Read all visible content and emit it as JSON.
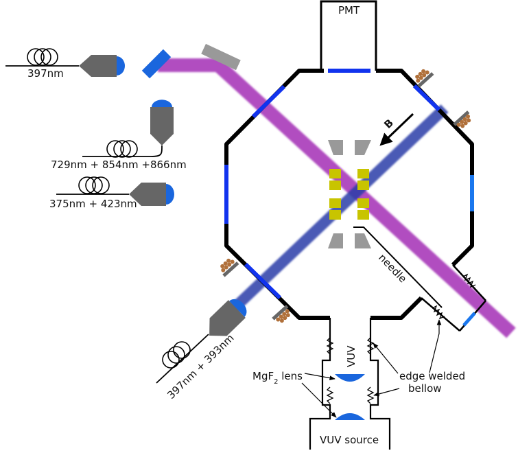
{
  "labels": {
    "pmt": "PMT",
    "laser_397": "397nm",
    "laser_729": "729nm + 854nm +866nm",
    "laser_375": "375nm + 423nm",
    "laser_397_393": "397nm + 393nm",
    "bfield": "B",
    "needle": "needle",
    "vuv": "VUV",
    "mgf2_prefix": "MgF",
    "mgf2_sub": "2",
    "mgf2_suffix": " lens",
    "bellow_line1": "edge welded",
    "bellow_line2": "bellow",
    "vuv_source": "VUV source"
  },
  "colors": {
    "chamber": "#000000",
    "viewport": "#1133ee",
    "viewport_light": "#1a77ee",
    "beam_purple": "#9d1fb0",
    "beam_violet": "#9b33ff",
    "beam_blue": "#2b3ca8",
    "beam_red": "#b5534f",
    "vuv_beam": "#b98cf5",
    "electrode_grey": "#999999",
    "electrode_yellow": "#c8c400",
    "optics_grey": "#666666",
    "lens_blue": "#1a66dd",
    "feedthrough_copper": "#b0703a"
  },
  "icons": [
    "fiber-coil-icon",
    "collimator-icon",
    "mirror-icon",
    "feedthrough-icon"
  ]
}
